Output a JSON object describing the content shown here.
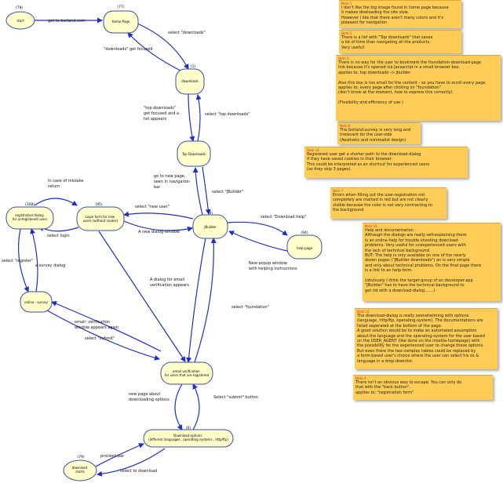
{
  "nodes": {
    "start": {
      "num": "(78)",
      "label": "start"
    },
    "home": {
      "num": "(77)",
      "label": "Home Page"
    },
    "downloads": {
      "num": "(1)",
      "label": "downloads"
    },
    "top": {
      "num": "",
      "label": "Top Downloads"
    },
    "jbuilder": {
      "num": "(3)",
      "label": "JBuilder"
    },
    "login": {
      "num": "(95)",
      "label": "Login form for new users (without cookie)"
    },
    "regdialog": {
      "num": "(108)",
      "label": "registration dialog for unregistered users"
    },
    "survey": {
      "num": "",
      "label": "online - survey"
    },
    "help": {
      "num": "(94)",
      "label": "help-page"
    },
    "email": {
      "num": "",
      "label": "email verification for users that are registered"
    },
    "options": {
      "num": "(6)",
      "label": "Download-options (different languages, operating systems, http/ftp)"
    },
    "dlstart": {
      "num": "(79)",
      "label": "download starts"
    }
  },
  "edges": {
    "e_start_home": "get to borland.com",
    "e_home_dl": "select \"downloads\"",
    "e_dl_home": "\"downloads\" get focused",
    "e_dl_top_a": "\"top downloads\"",
    "e_dl_top_b": "get focused and a",
    "e_dl_top_c": "list appears",
    "e_top_dl": "select \"top downloads\"",
    "e_top_jb": "select \"JBuilder\"",
    "e_jb_top_a": "go to new page,",
    "e_jb_top_b": "seen in navigation",
    "e_jb_top_c": "bar",
    "e_jb_help": "select \"Download help\"",
    "e_help_jb_a": "New popup window",
    "e_help_jb_b": "with helping instructions",
    "e_jb_login": "select \"new user\"",
    "e_login_jb": "A new dialog-window",
    "e_mistake_a": "In case of mistake",
    "e_mistake_b": "return",
    "e_login_reg": "select login",
    "e_reg_survey": "select \"register\"",
    "e_survey_reg": "a survey dialog",
    "e_survey_email": "select \"submit\"",
    "e_email_survey_a": "email- verification",
    "e_email_survey_b": "window appears again",
    "e_jb_email_a": "A dialog for email",
    "e_jb_email_b": "verification appears",
    "e_jb_foundation": "select \"foundation\"",
    "e_email_opt_a": "new page about",
    "e_email_opt_b": "downloading options",
    "e_opt_email": "Select \"submit\" button",
    "e_dls_opt": "proceed bar",
    "e_opt_dls": "select to download"
  },
  "notes": [
    {
      "title": "Note 1",
      "body": "I don't like the big image found in home page because\nit makes dowloading the site slow.\nHowever I like that there aren't many colors and it's\npleasant for navigation"
    },
    {
      "title": "Note 2",
      "body": "There is a list with \"Top downloads\" that saves\na lot of time than navigating all the products.\nVery useful!"
    },
    {
      "title": "Note 3",
      "body": "There is no way for the user to bookmark the foundation-download-page\nlink because it's opened via javascript in a small browser box.\napplies to: top downloads -> jbuilder\n\nAlso this box is too small for the content - so you have to scroll every page.\napplies to: every page after clicking on \"foundation\"\n(don't know at the moment, how to express this correctly)\n\n(Flexibility and efficiency of use )"
    },
    {
      "title": "Note 6",
      "body": "The borland-survey is very long and\nirrelevant for the user-side\n(Aesthetic and minimalist design)"
    },
    {
      "title": "Note 14",
      "body": "Registered user get a shorter path to the download-dialog\nif they have saved cookies in their browser.\nThis could be interpreted as an shortcut for experienced users\n(so they skip 3 pages)."
    },
    {
      "title": "Note 7",
      "body": "Errors when filling out the user-registration not\ncompletely are marked in red but are not clearly\nvisible because the color is not very contracting to\nthe background"
    },
    {
      "title": "Note 15",
      "body": "Help and documentation :\nAlthough the dialogs are really self-explaining there\nis an online-help for trouble-shooting download-\nproblems. Very useful for unexperienced users with\nthe lack of technical background.\nBUT: The help is only available on one of the nearly\ndozen pages (\"JBuilder downloads\") an is very simple\nand only about technical problems. On the final page there\nis a link to an help-form.\n\n(obviously I think the target-group of an developer-app\n\"JBuilder\" has to have the technical background to\nget rid with a download-dialog.......)"
    },
    {
      "title": "Note 11",
      "body": "The download-dialog is really overwhelming with options\n(language, http/ftp, operating-system). The documentations are\nlisted seperated at the bottom of the page.\nA good solution would be to make an automated assumption\nabout the language and the operating-system for the user based\non the USER_AGENT (like done on the mozilla-homepage) with\nthe possibility for the experienced user to change these options.\nBut even there the two complex tables could be replaced by\na form-based user's choice where the user can select his os &\nlanguage in a drop-downlist."
    },
    {
      "title": "Note 4",
      "body": "There isn't an obvious way to escape. You can only do\nthat with the \"back button\".\napplies to: \"registration form\""
    }
  ]
}
